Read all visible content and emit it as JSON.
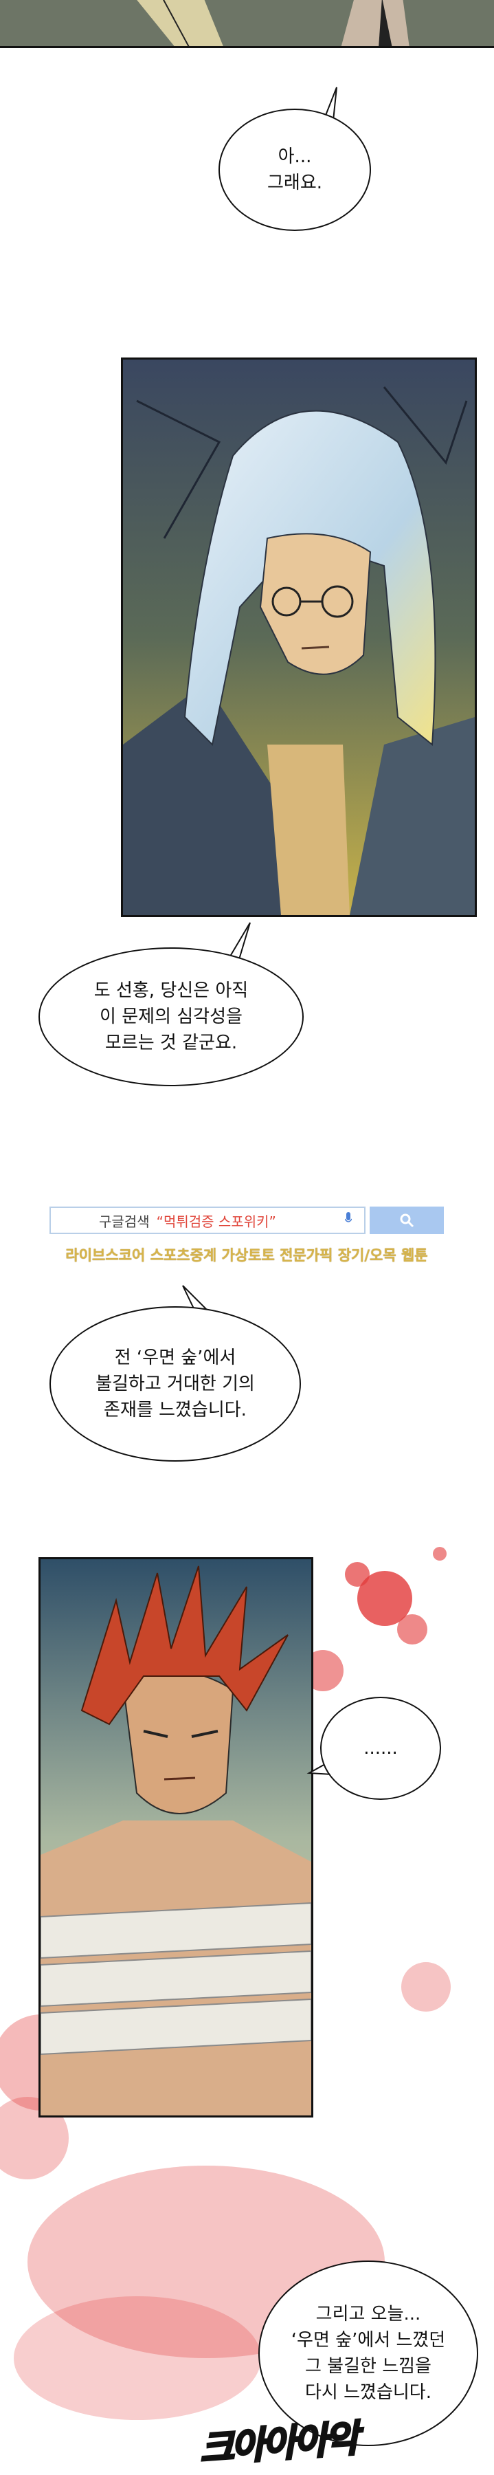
{
  "bubbles": {
    "b1": "아...\n그래요.",
    "b2": "도 선홍, 당신은 아직\n이 문제의 심각성을\n모르는 것 같군요.",
    "b3": "전 ‘우면 숲’에서\n불길하고 거대한 기의\n존재를 느꼈습니다.",
    "b4": "......",
    "b5": "그리고 오늘...\n‘우면 숲’에서 느꼈던\n그 불길한 느낌을\n다시 느꼈습니다."
  },
  "ad": {
    "search_prefix": "구글검색",
    "search_query": "“먹튀검증 스포위키”",
    "search_icon": "magnifier-icon",
    "subtitle": "라이브스코어 스포츠중계 가상토토 전문가픽 장기/오목 웹툰"
  },
  "sfx": "크아아아악",
  "colors": {
    "ad_border": "#b9cfe8",
    "ad_button": "#a9c8f0",
    "ad_query": "#e0453a",
    "ad_subtitle": "#d7b44a",
    "blood": "#e23a3a"
  }
}
